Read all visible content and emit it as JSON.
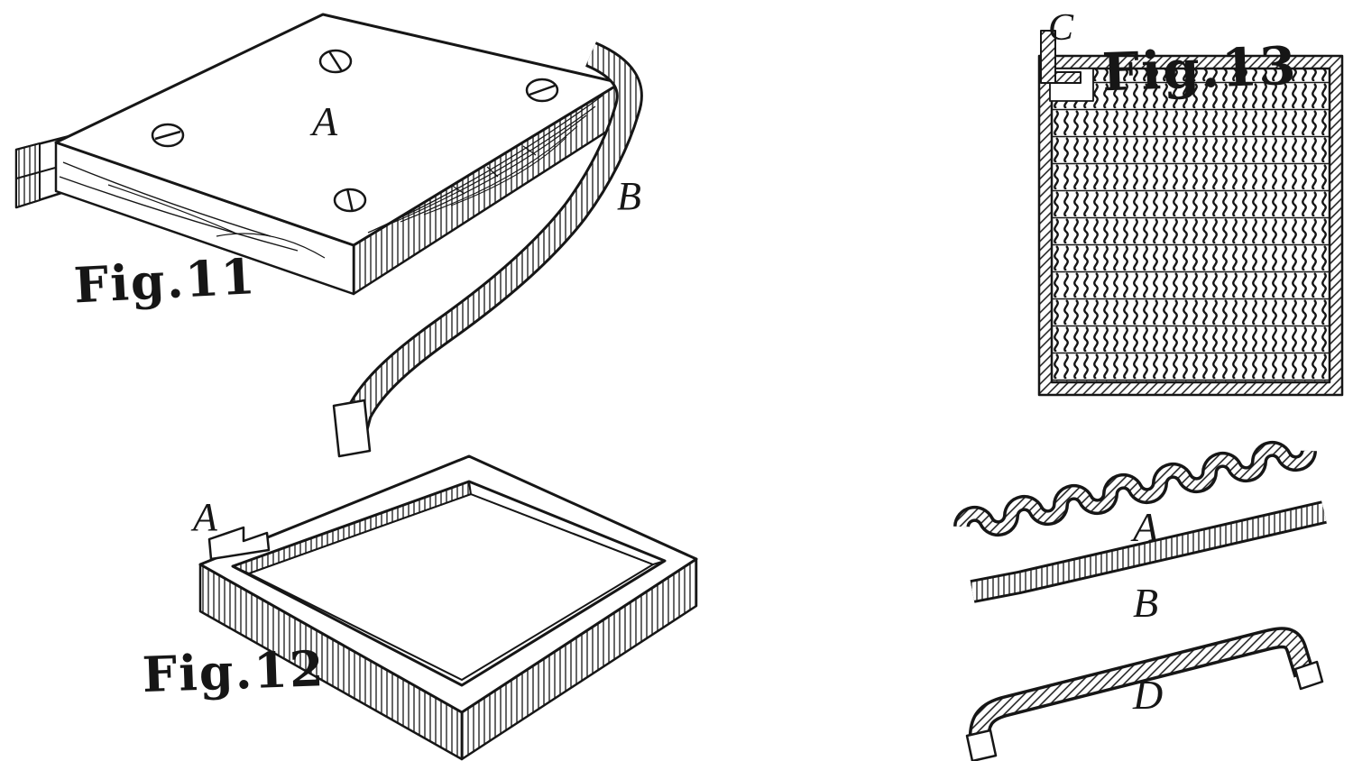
{
  "colors": {
    "ink": "#161616",
    "paper": "#ffffff"
  },
  "fig11": {
    "caption": "Fig.11",
    "label_a": "A",
    "label_b": "B"
  },
  "fig12": {
    "caption": "Fig.12",
    "label_a": "A"
  },
  "fig13": {
    "caption": "Fig.13",
    "label_c": "C",
    "strip_a_label": "A",
    "strip_b_label": "B",
    "strip_d_label": "D"
  }
}
